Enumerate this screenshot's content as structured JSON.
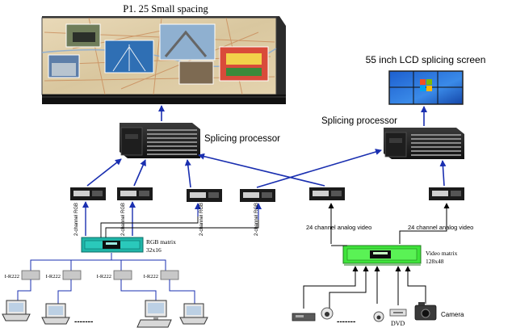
{
  "wall": {
    "title": "P1. 25 Small spacing"
  },
  "lcd": {
    "title": "55 inch LCD splicing screen"
  },
  "processors": {
    "left_label": "Splicing processor",
    "right_label": "Splicing processor"
  },
  "rgb_matrix": {
    "label": "RGB matrix",
    "size": "32x16"
  },
  "video_matrix": {
    "label": "Video matrix",
    "size": "128x48"
  },
  "channel_labels": {
    "rgb_1": "2-channel RGB",
    "rgb_2": "2-channel RGB",
    "rgb_3": "2-channel RGB",
    "rgb_4": "2-channel RGB",
    "analog_left": "24 channel analog video",
    "analog_right": "24 channel analog video"
  },
  "converters": [
    "I-R222",
    "I-R222",
    "I-R222",
    "I-R222"
  ],
  "sources": {
    "dots_left": "-------",
    "dots_right": "-------",
    "dvd": "DVD",
    "camera": "Camera"
  },
  "colors": {
    "arrow_blue": "#1a2fb0",
    "matrix_teal": "#1fb5a8",
    "matrix_green": "#3ee43a",
    "lcd_blue": "#2a6fd6"
  }
}
